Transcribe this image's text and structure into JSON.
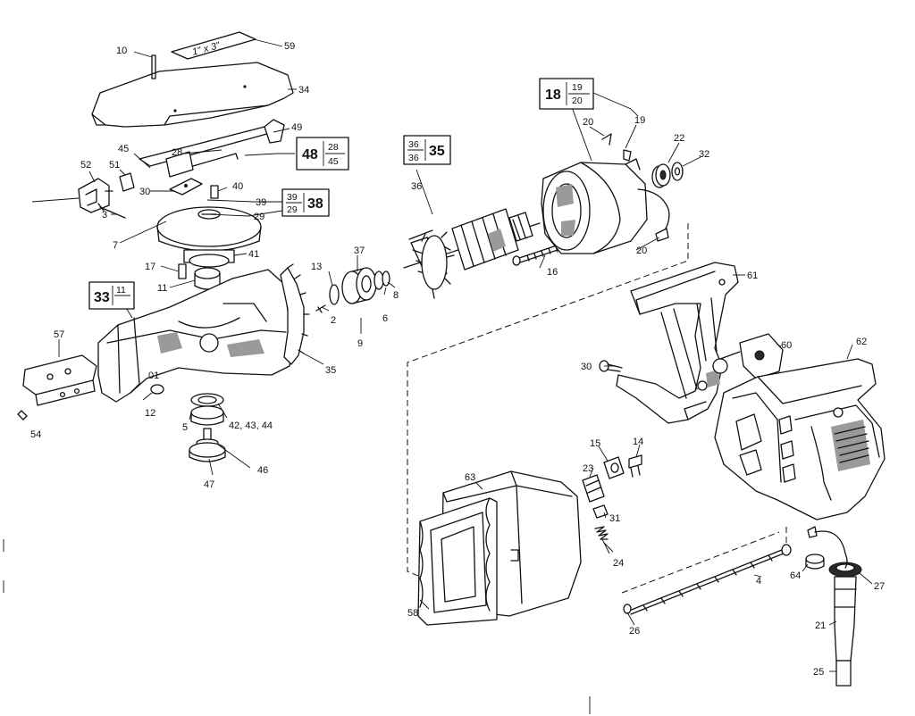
{
  "callouts": {
    "n2": "2",
    "n3": "3",
    "n4": "4",
    "n5": "5",
    "n6": "6",
    "n7": "7",
    "n8": "8",
    "n9": "9",
    "n10": "10",
    "n11": "11",
    "n12": "12",
    "n13": "13",
    "n14": "14",
    "n15": "15",
    "n16": "16",
    "n17": "17",
    "n19": "19",
    "n20a": "20",
    "n20b": "20",
    "n21": "21",
    "n22": "22",
    "n23": "23",
    "n24": "24",
    "n25": "25",
    "n26": "26",
    "n27": "27",
    "n28": "28",
    "n29": "29",
    "n30a": "30",
    "n30b": "30",
    "n31": "31",
    "n32": "32",
    "n34": "34",
    "n35": "35",
    "n36": "36",
    "n37": "37",
    "n39": "39",
    "n40": "40",
    "n41": "41",
    "n42": "42, 43, 44",
    "n45": "45",
    "n46": "46",
    "n47": "47",
    "n49": "49",
    "n51": "51",
    "n52": "52",
    "n54": "54",
    "n57": "57",
    "n58": "58",
    "n59": "59",
    "n60": "60",
    "n61": "61",
    "n62": "62",
    "n63": "63",
    "n64": "64",
    "n01": "01"
  },
  "boxes": {
    "b18": {
      "big": "18",
      "top": "19",
      "bottom": "20"
    },
    "b35": {
      "big": "35",
      "top": "36",
      "bottom": "36"
    },
    "b48": {
      "big": "48",
      "top": "28",
      "bottom": "45"
    },
    "b38": {
      "big": "38",
      "top": "39",
      "bottom": "29"
    },
    "b33": {
      "big": "33",
      "top": "11",
      "bottom": ""
    }
  },
  "blade_tag": "1\" x 3\""
}
